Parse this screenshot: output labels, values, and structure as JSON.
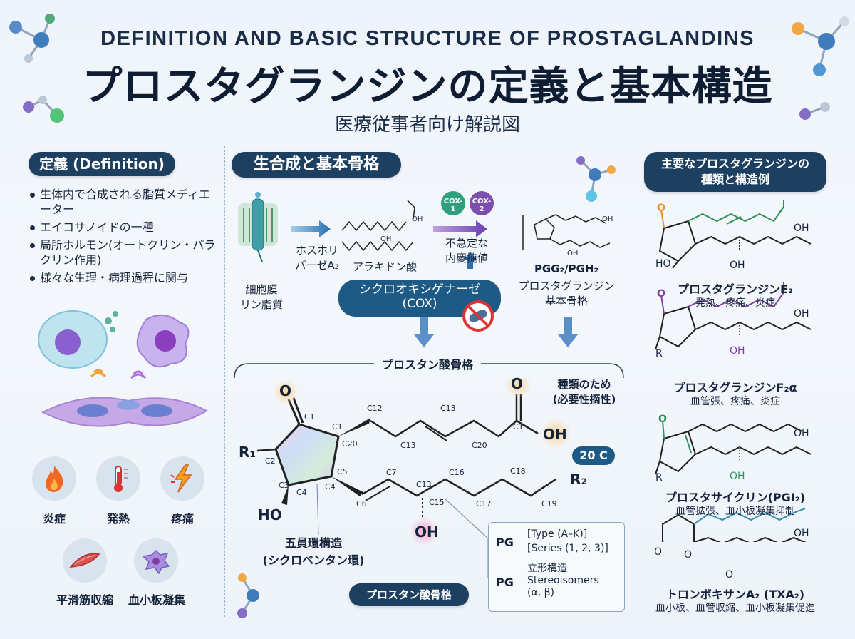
{
  "header": {
    "title_en": "DEFINITION AND BASIC STRUCTURE OF PROSTAGLANDINS",
    "title_jp": "プロスタグランジンの定義と基本構造",
    "subtitle": "医療従事者向け解説図"
  },
  "left": {
    "heading": "定義 (Definition)",
    "bullets": [
      "生体内で合成される脂質メディエーター",
      "エイコサノイドの一種",
      "局所ホルモン(オートクリン・パラクリン作用)",
      "様々な生理・病理過程に関与"
    ],
    "effects": [
      {
        "label": "炎症",
        "icon": "flame-icon"
      },
      {
        "label": "発熱",
        "icon": "thermometer-icon"
      },
      {
        "label": "疼痛",
        "icon": "lightning-icon"
      },
      {
        "label": "平滑筋収縮",
        "icon": "muscle-icon"
      },
      {
        "label": "血小板凝集",
        "icon": "platelet-icon"
      }
    ]
  },
  "middle": {
    "heading": "生合成と基本骨格",
    "membrane_label": "細胞膜\nリン脂質",
    "enzyme_label": "ホスホリ\nパーゼA₂",
    "arachidonic": "アラキドン酸",
    "cox1": "COX-1",
    "cox2": "COX-2",
    "unstable": "不急定な\n内慶掩値",
    "pgg": "PGG₂/PGH₂",
    "pgg_sub": "プロスタグランジン\n基本骨格",
    "cox_box": "シクロオキシゲナーゼ\n(COX)",
    "skeleton_heading": "プロスタン酸骨格",
    "note_type": "種類のため\n(必要性摘性)",
    "badge_20c": "20 C",
    "ring_note": "五員環構造\n(シクロペンタン環)",
    "bottom_pill": "プロスタン酸骨格",
    "pg_label_1": "PG",
    "pg_type": "[Type (A–K)]",
    "pg_series": "[Series (1, 2, 3)]",
    "pg_label_2": "PG",
    "stereo": "立形構造\nStereoisomers\n(α, β)",
    "atoms": {
      "o": "O",
      "oh": "OH",
      "ho": "HO",
      "r1": "R₁",
      "r2": "R₂",
      "cooh": "OH",
      "pg_oh": "OH",
      "pg_cooh": "OH",
      "ara_oh": "OH",
      "ara_cooh": "OH"
    },
    "carbons": {
      "c1a": "C1",
      "c1b": "C1",
      "c1c": "C1",
      "c2": "C2",
      "c3": "C3",
      "c4a": "C4",
      "c4b": "C4",
      "c5": "C5",
      "c6": "C6",
      "c7": "C7",
      "c12": "C12",
      "c13a": "C13",
      "c13b": "C13",
      "c13c": "C13",
      "c15": "C15",
      "c16": "C16",
      "c17": "C17",
      "c18": "C18",
      "c19": "C19",
      "c20a": "C20",
      "c20b": "C20"
    }
  },
  "right": {
    "heading": "主要なプロスタグランジンの\n種類と構造例",
    "items": [
      {
        "name": "プロスタグランジンE₂",
        "effects": "発熱、疼痛、炎症",
        "o": "O",
        "oh1": "OH",
        "ho": "HO",
        "oh2": "OH"
      },
      {
        "name": "プロスタグランジンF₂α",
        "effects": "血管張、疼痛、炎症",
        "o": "O",
        "oh1": "OH",
        "r": "R",
        "oh2": "OH"
      },
      {
        "name": "プロスタサイクリン(PGI₂)",
        "effects": "血管拡張、血小板凝集抑制",
        "o": "O",
        "oh1": "OH",
        "r": "R",
        "oh2": "OH"
      },
      {
        "name": "トロンボキサンA₂ (TXA₂)",
        "effects": "血小板、血管収縮、血小板凝集促進",
        "o": "O",
        "oh1": "OH",
        "o2": "O",
        "o3": "O"
      }
    ]
  },
  "colors": {
    "navy": "#1d3f60",
    "teal": "#2e8fb0",
    "green": "#2f8f57",
    "purple": "#7a3fa0",
    "orange": "#f08a24",
    "pink": "#e0407a"
  }
}
